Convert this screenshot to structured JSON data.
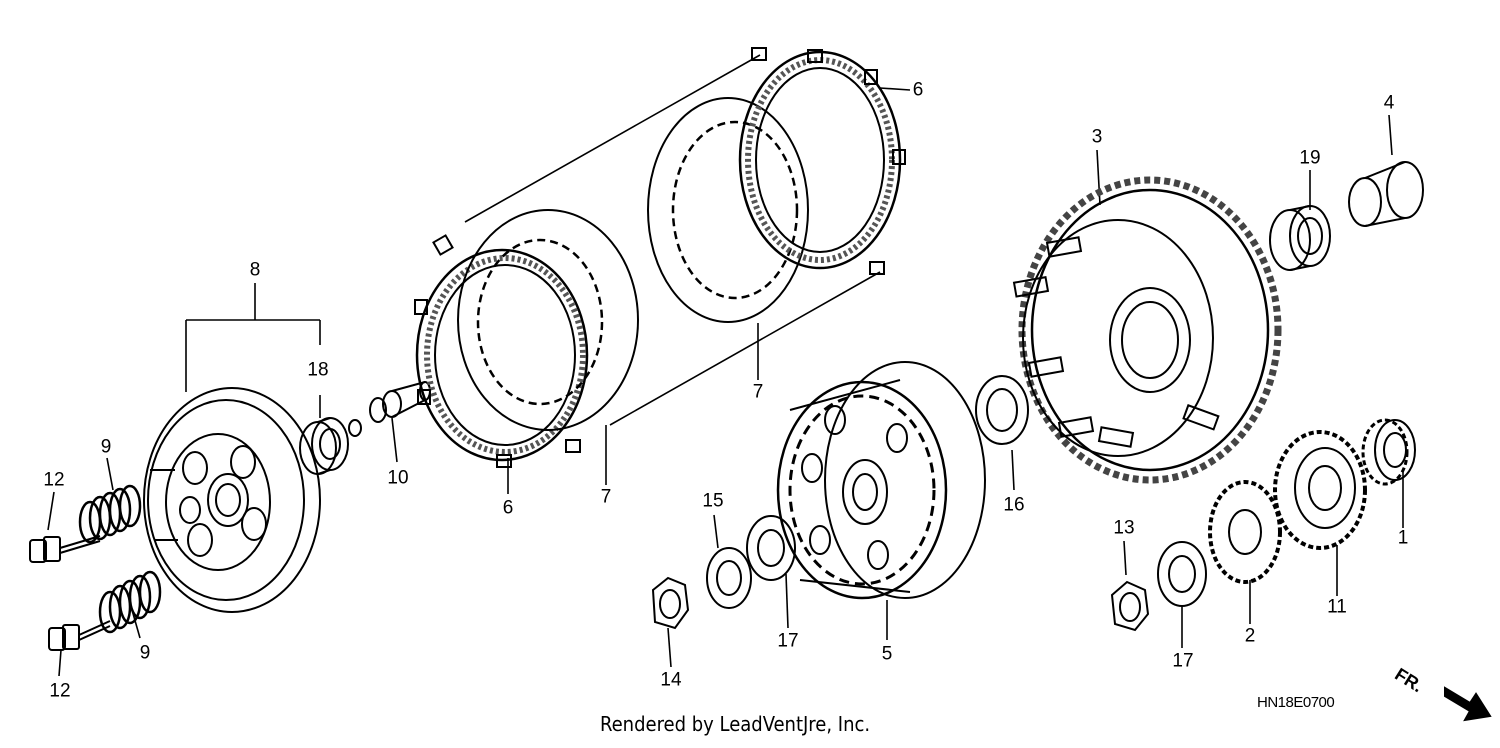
{
  "callouts": {
    "c1": "1",
    "c2": "2",
    "c3": "3",
    "c4": "4",
    "c5": "5",
    "c6a": "6",
    "c6b": "6",
    "c7a": "7",
    "c7b": "7",
    "c8": "8",
    "c9a": "9",
    "c9b": "9",
    "c10": "10",
    "c11": "11",
    "c12a": "12",
    "c12b": "12",
    "c13": "13",
    "c14": "14",
    "c15": "15",
    "c16": "16",
    "c17a": "17",
    "c17b": "17",
    "c18": "18",
    "c19": "19"
  },
  "footer": {
    "rendered_by": "Rendered by LeadVentJre, Inc.",
    "diagram_code": "HN18E0700",
    "direction_label": "FR."
  },
  "icons": {
    "direction": "arrow-down-right-icon"
  }
}
